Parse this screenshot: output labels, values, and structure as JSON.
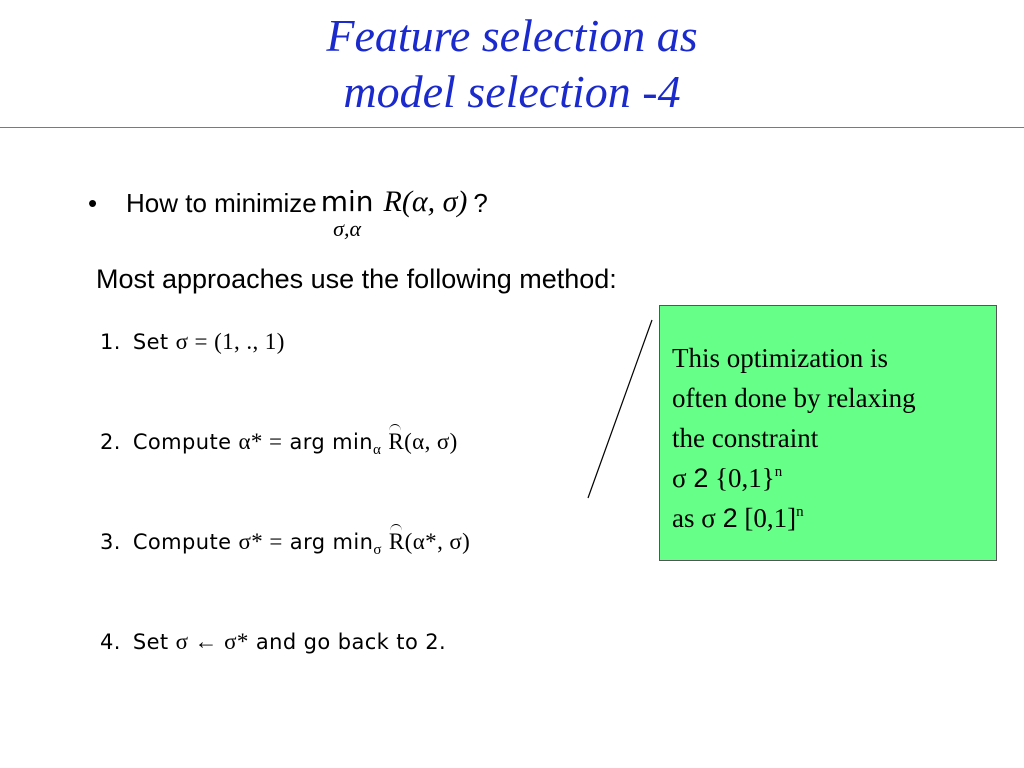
{
  "slide": {
    "title_line1": "Feature selection as",
    "title_line2": "model selection -4",
    "bullet": {
      "marker": "•",
      "text": "How to minimize",
      "min_word": "min",
      "min_subscript": "σ,α",
      "objective": "R(α, σ)",
      "question_mark": "?"
    },
    "intro": "Most approaches use the following method:",
    "steps": [
      {
        "num": "1.",
        "word": "Set",
        "math": "σ = (1, ., 1)"
      },
      {
        "num": "2.",
        "word": "Compute",
        "math_lhs": "α* =",
        "argmin": "arg min",
        "argmin_sub": "α",
        "hat_r": "R",
        "math_rhs": "(α, σ)"
      },
      {
        "num": "3.",
        "word": "Compute",
        "math_lhs": "σ* =",
        "argmin": "arg min",
        "argmin_sub": "σ",
        "hat_r": "R",
        "math_rhs": "(α*, σ)"
      },
      {
        "num": "4.",
        "word": "Set",
        "math": "σ ← σ*",
        "tail": "and go back to 2."
      }
    ],
    "callout": {
      "line1": "This optimization is",
      "line2": "often done by relaxing",
      "line3": "the constraint",
      "line4_sym": "σ",
      "line4_mid": "2",
      "line4_set": "{0,1}",
      "line4_sup": "n",
      "line5_prefix": "as",
      "line5_sym": "σ",
      "line5_mid": "2",
      "line5_set": "[0,1]",
      "line5_sup": "n"
    }
  }
}
